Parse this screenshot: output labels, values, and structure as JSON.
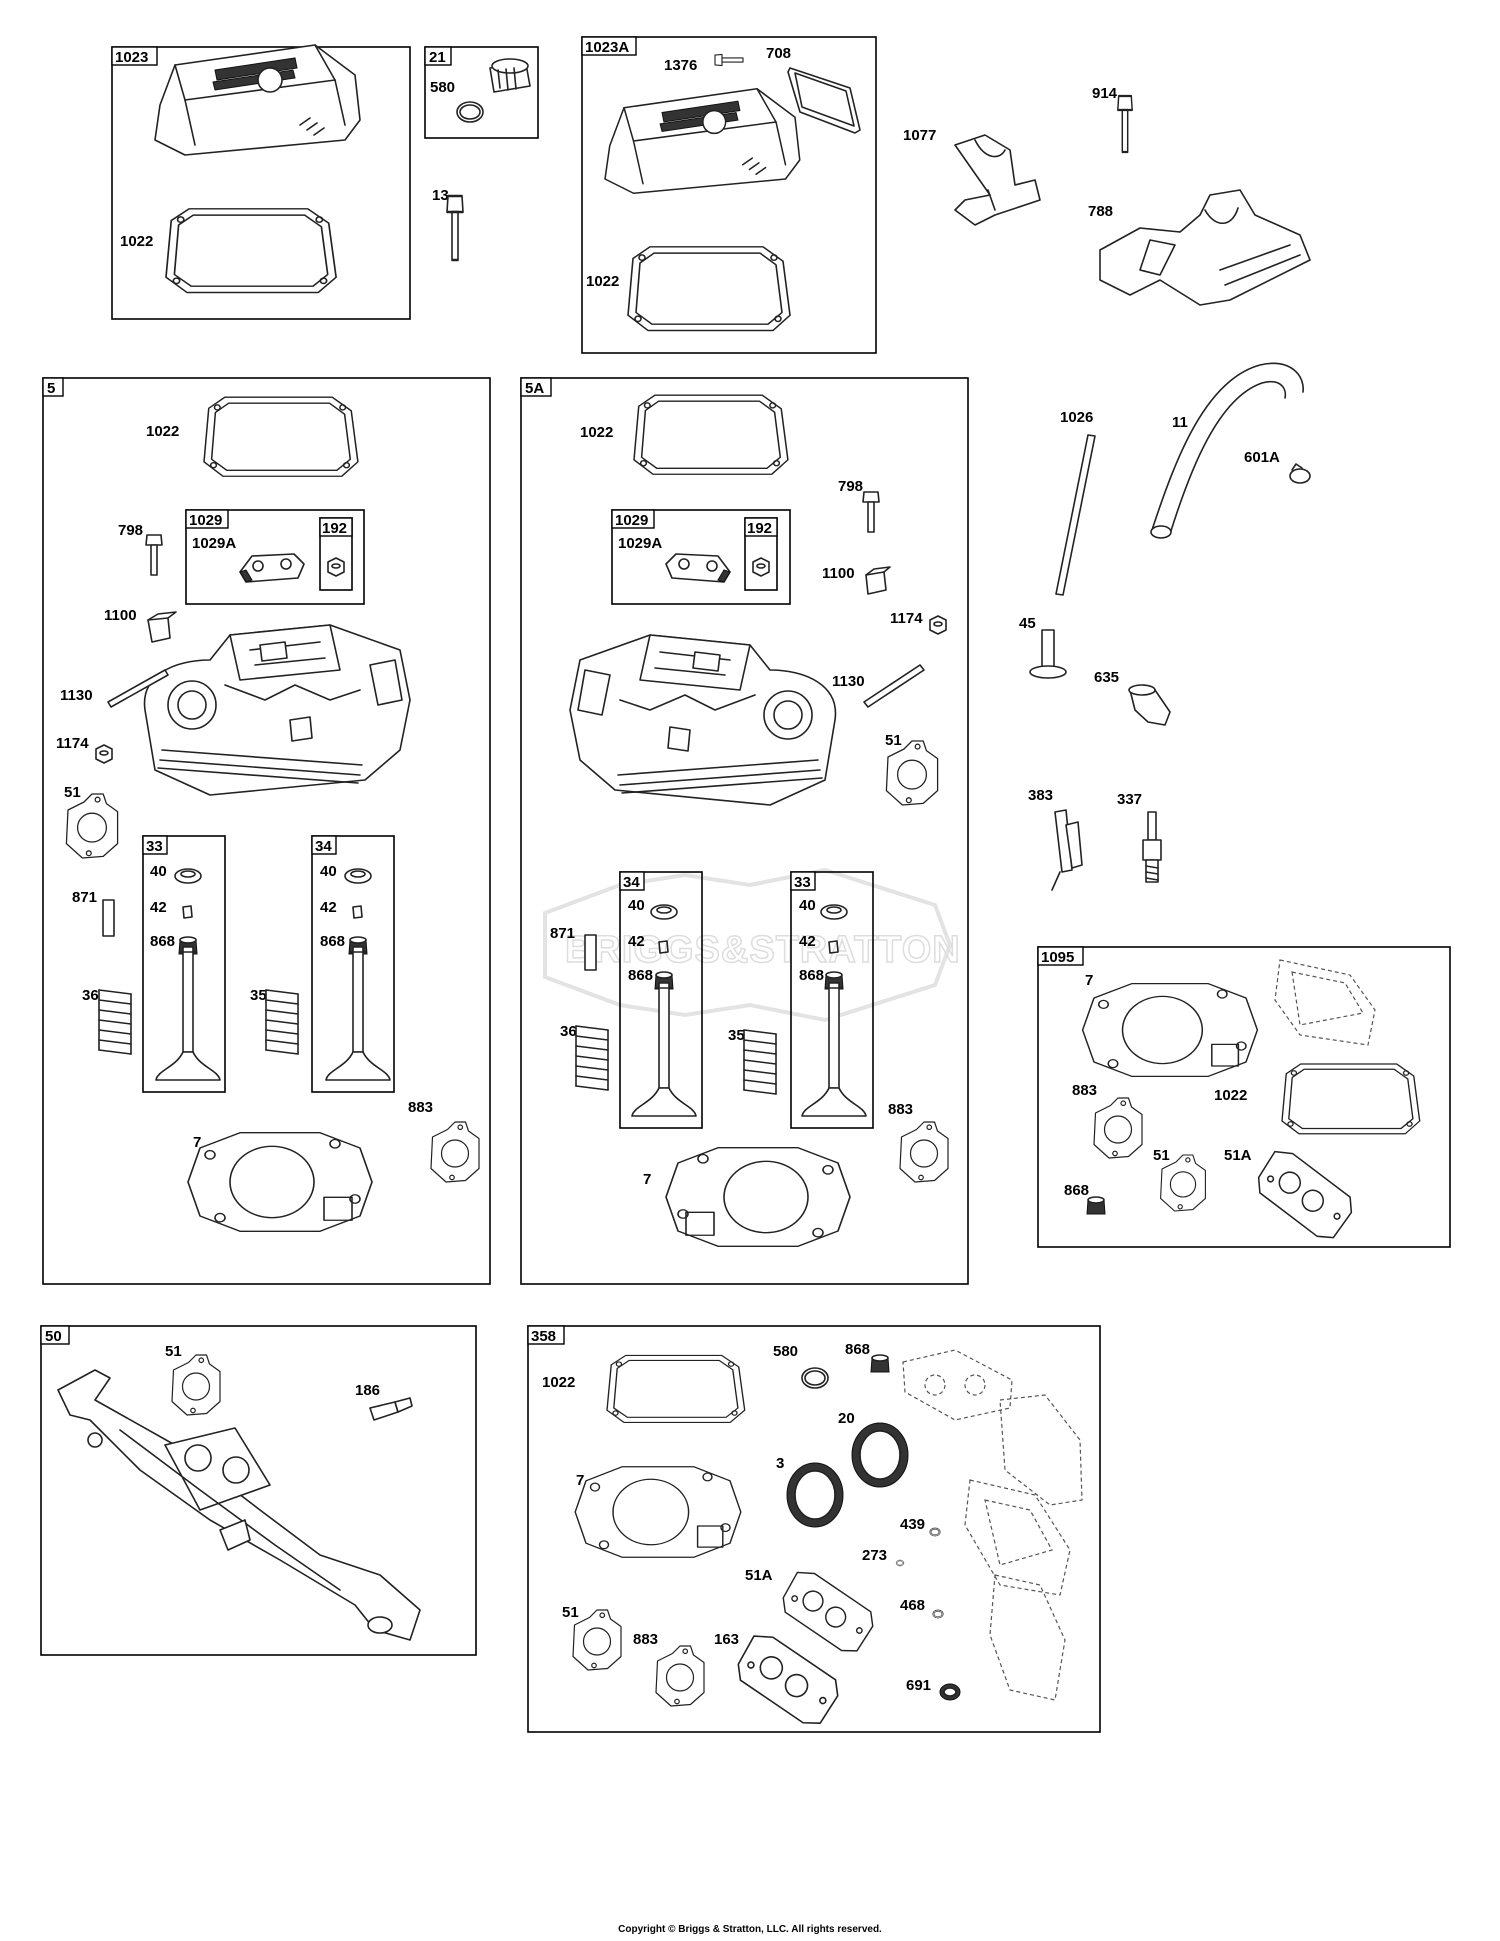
{
  "watermark": "BRIGGS&STRATTON",
  "copyright": "Copyright © Briggs & Stratton, LLC. All rights reserved.",
  "frames": {
    "f1023": "1023",
    "f21": "21",
    "f1023A": "1023A",
    "f5": "5",
    "f1029_5": "1029",
    "f192_5": "192",
    "f33_5": "33",
    "f34_5": "34",
    "f5A": "5A",
    "f1029_5A": "1029",
    "f192_5A": "192",
    "f34_5A": "34",
    "f33_5A": "33",
    "f1095": "1095",
    "f50": "50",
    "f358": "358"
  },
  "labels": {
    "a1022_1023": "1022",
    "a580_21": "580",
    "a13": "13",
    "a1376": "1376",
    "a708": "708",
    "a1022_1023A": "1022",
    "a1077": "1077",
    "a914": "914",
    "a788": "788",
    "a1022_5": "1022",
    "a798_5": "798",
    "a1029A_5": "1029A",
    "a1100_5": "1100",
    "a1130_5": "1130",
    "a1174_5": "1174",
    "a51_5": "51",
    "a40_33_5": "40",
    "a42_33_5": "42",
    "a868_33_5": "868",
    "a40_34_5": "40",
    "a42_34_5": "42",
    "a868_34_5": "868",
    "a871_5": "871",
    "a36_5": "36",
    "a35_5": "35",
    "a883_5": "883",
    "a7_5": "7",
    "a1022_5A": "1022",
    "a798_5A": "798",
    "a1029A_5A": "1029A",
    "a1100_5A": "1100",
    "a1174_5A": "1174",
    "a1130_5A": "1130",
    "a51_5A": "51",
    "a40_34_5A": "40",
    "a42_34_5A": "42",
    "a868_34_5A": "868",
    "a40_33_5A": "40",
    "a42_33_5A": "42",
    "a868_33_5A": "868",
    "a871_5A": "871",
    "a36_5A": "36",
    "a35_5A": "35",
    "a883_5A": "883",
    "a7_5A": "7",
    "a1026": "1026",
    "a11": "11",
    "a601A": "601A",
    "a45": "45",
    "a635": "635",
    "a383": "383",
    "a337": "337",
    "a7_1095": "7",
    "a883_1095": "883",
    "a1022_1095": "1022",
    "a51_1095": "51",
    "a51A_1095": "51A",
    "a868_1095": "868",
    "a51_50": "51",
    "a186": "186",
    "a1022_358": "1022",
    "a580_358": "580",
    "a868_358": "868",
    "a20": "20",
    "a3": "3",
    "a7_358": "7",
    "a439": "439",
    "a273": "273",
    "a51A_358": "51A",
    "a468": "468",
    "a51_358": "51",
    "a883_358": "883",
    "a163": "163",
    "a691": "691"
  }
}
